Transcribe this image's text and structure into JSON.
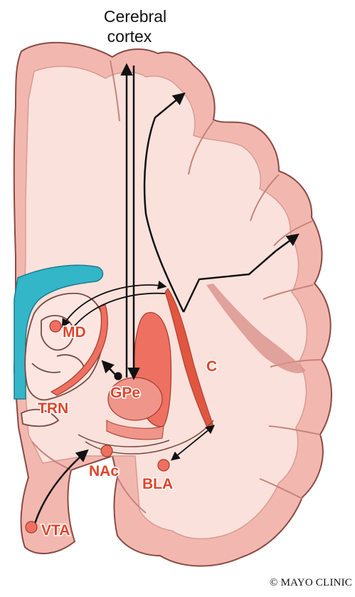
{
  "title": {
    "line1": "Cerebral",
    "line2": "cortex"
  },
  "labels": {
    "md": "MD",
    "trn": "TRN",
    "gpe": "GPe",
    "c": "C",
    "nac": "NAc",
    "bla": "BLA",
    "vta": "VTA"
  },
  "credit": "© MAYO CLINIC",
  "colors": {
    "cortex_fill": "#f2b8b0",
    "white_matter": "#fbe1db",
    "nucleus_fill": "#ee7060",
    "nucleus_dark": "#e0563f",
    "ventricle": "#33b6c8",
    "label": "#e2432a",
    "line": "#111111"
  }
}
